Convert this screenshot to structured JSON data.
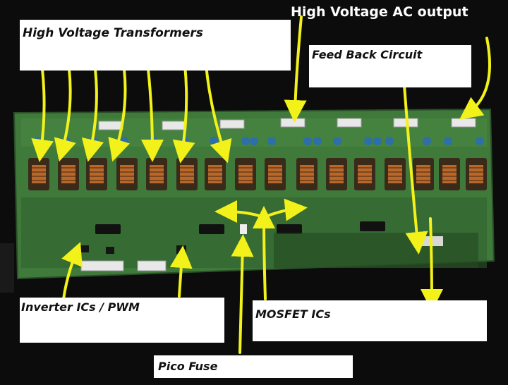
{
  "labels": {
    "hv_transformers": "High Voltage Transformers",
    "hv_ac_output": "High Voltage AC output",
    "feedback_circuit": "Feed Back Circuit",
    "inverter_ics": "Inverter ICs / PWM",
    "mosfet_ics": "MOSFET ICs",
    "pico_fuse": "Pico Fuse"
  },
  "colors": {
    "background": "#0c0c0c",
    "pcb": "#3f7a3a",
    "pcb_dark": "#2f5f2d",
    "transformer": "#3a2a1a",
    "copper": "#b8682a",
    "capacitor": "#2f6fa8",
    "arrow": "#f2f21a",
    "label_box": "#ffffff"
  }
}
